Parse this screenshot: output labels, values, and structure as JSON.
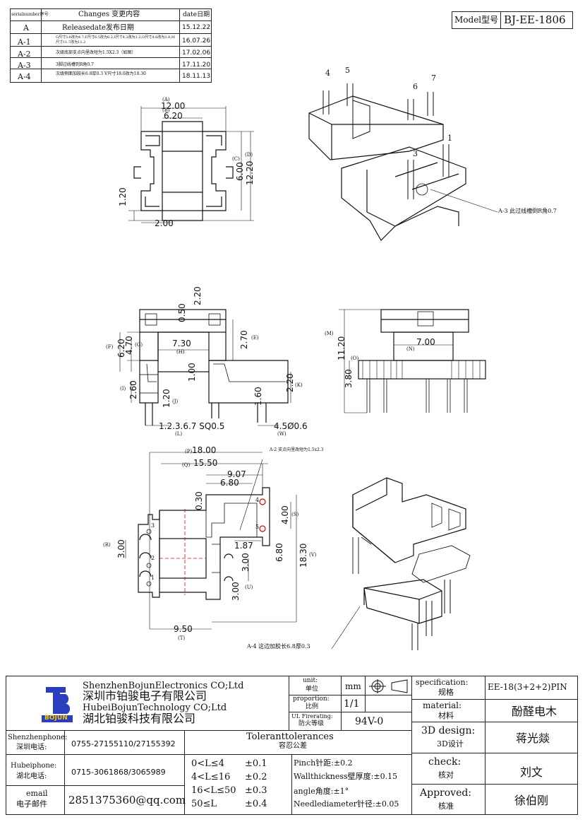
{
  "revision_table": {
    "headers": {
      "serial": "serialnumber序号",
      "changes": "Changes 变更内容",
      "date": "date日期"
    },
    "rows": [
      {
        "serial": "A",
        "change": "Releasedate发布日期",
        "date": "15.12.22"
      },
      {
        "serial": "A-1",
        "change": "G尺寸5.6改为4.7;F尺寸6.5改为6.2;I尺寸4.2改为1.2;O尺寸4.6改为3.8;M尺寸11.7改为11.2",
        "date": "16.07.26"
      },
      {
        "serial": "A-2",
        "change": "次级底部支点向里改短为1.5X2.3（如图）",
        "date": "17.02.06"
      },
      {
        "serial": "A-3",
        "change": "3脚过线槽到R角0.7",
        "date": "17.11.20"
      },
      {
        "serial": "A-4",
        "change": "次级侧面加胶长6.8厚0.3 V尺寸18.0改为18.30",
        "date": "18.11.13"
      }
    ]
  },
  "model": {
    "label": "Model型号",
    "value": "BJ-EE-1806"
  },
  "notes": {
    "a3": "A-3 此过线槽倒R角0.7",
    "a2": "A-2 支点向里改短为1.5x2.3",
    "a4": "A-4 这边加胶长6.8厚0.3"
  },
  "pin_numbers": {
    "p4": "4",
    "p5": "5",
    "p6": "6",
    "p7": "7",
    "p1": "1",
    "p3": "3"
  },
  "top_view": {
    "A": "(A)",
    "A_val": "12.00",
    "B": "(B)",
    "B_val": "6.20",
    "C": "(C)",
    "C_val": "6.00",
    "D": "(D)",
    "D_val": "12.20",
    "left_val": "1.20",
    "bottom_val": "2.00"
  },
  "front_view": {
    "v050": "0.50",
    "v220": "2.20",
    "v730": "7.30",
    "H": "(H)",
    "v270": "2.70",
    "E": "(E)",
    "F": "(F)",
    "v620": "6.20",
    "v470": "4.70",
    "G": "(G)",
    "v100": "1.00",
    "v220b": "2.20",
    "K": "(K)",
    "I": "(I)",
    "v260": "2.60",
    "v120": "1.20",
    "J": "(J)",
    "v160": "1.60",
    "pins": "1.2.3.6.7 SQ0.5",
    "L": "(L)",
    "pin45": "4.5Ø0.6",
    "W": "(W)"
  },
  "side_view": {
    "M": "(M)",
    "v1120": "11.20",
    "N": "(N)",
    "v700": "7.00",
    "O": "(O)",
    "v380": "3.80"
  },
  "bottom_view": {
    "P": "(P)",
    "v1800": "18.00",
    "Q": "(Q)",
    "v1550": "15.50",
    "v907": "9.07",
    "v680": "6.80",
    "v030": "0.30",
    "v187": "1.87",
    "v400": "4.00",
    "S": "(S)",
    "v680b": "6.80",
    "v1830": "18.30",
    "V": "(V)",
    "R": "(R)",
    "v300": "3.00",
    "v300b": "3.00",
    "v300c": "3.00",
    "U": "(U)",
    "v950": "9.50",
    "T": "(T)",
    "pins": {
      "p3": "3",
      "p2": "2",
      "p1": "1",
      "p4": "4",
      "p5": "5"
    }
  },
  "title_block": {
    "company": {
      "en1": "ShenzhenBojunElectronics CO;Ltd",
      "cn1": "深圳市铂骏电子有限公司",
      "en2": "HubeiBojunTechnology CO;Ltd",
      "cn2": "湖北铂骏科技有限公司",
      "logo_text": "BOJUN"
    },
    "unit": {
      "label": "unit:",
      "label_cn": "单位",
      "value": "mm"
    },
    "proportion": {
      "label": "proportion:",
      "label_cn": "比例",
      "value": "1/1"
    },
    "ul": {
      "label": "UL Firerating:",
      "label_cn": "防火等级",
      "value": "94V-0"
    },
    "specification": {
      "label": "specification:",
      "label_cn": "规格",
      "value": "EE-18(3+2+2)PIN"
    },
    "material": {
      "label": "material:",
      "label_cn": "材料",
      "value": "酚醛电木"
    },
    "design": {
      "label": "3D design:",
      "label_cn": "3D设计",
      "value": "蒋光燚"
    },
    "check": {
      "label": "check:",
      "label_cn": "核对",
      "value": "刘文"
    },
    "approved": {
      "label": "Approved:",
      "label_cn": "核准",
      "value": "徐伯刚"
    },
    "contacts": [
      {
        "label": "Shenzhenphone:",
        "label_cn": "深圳电话:",
        "value": "0755-27155110/27155392"
      },
      {
        "label": "Hubeiphone:",
        "label_cn": "湖北电话:",
        "value": "0715-3061868/3065989"
      },
      {
        "label": "email",
        "label_cn": "电子邮件",
        "value": "2851375360@qq.com"
      }
    ],
    "tolerance": {
      "title": "Toleranttolerances",
      "title_cn": "容忍公差",
      "ranges": [
        {
          "range": "0<L≤4",
          "tol": "±0.1"
        },
        {
          "range": "4<L≤16",
          "tol": "±0.2"
        },
        {
          "range": "16<L≤50",
          "tol": "±0.3"
        },
        {
          "range": "50≤L",
          "tol": "±0.4"
        }
      ],
      "specs": [
        "Pinch针距:±0.2",
        "Wallthickness壁厚度:±0.15",
        "angle角度:±1°",
        "Needlediameter针径:±0.05"
      ]
    }
  }
}
